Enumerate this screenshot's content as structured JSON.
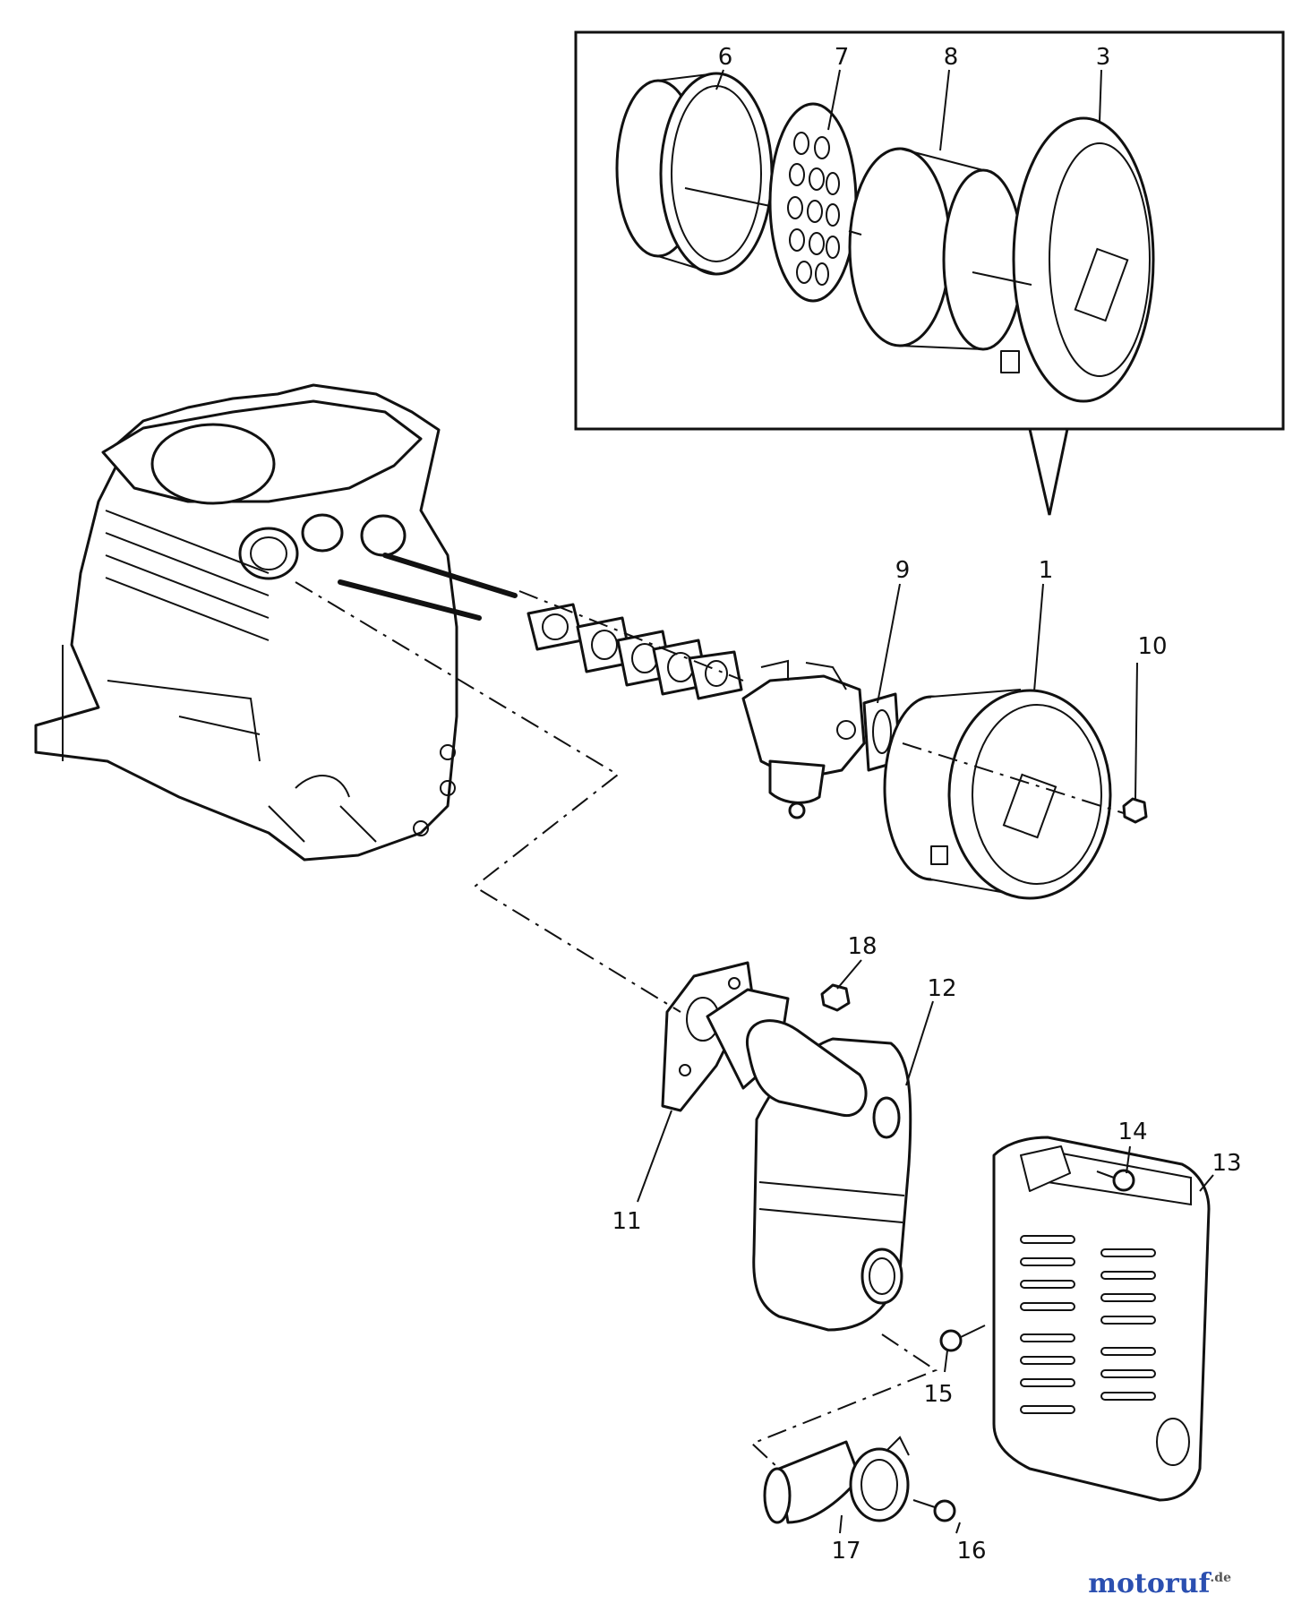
{
  "callouts": [
    "1",
    "3",
    "6",
    "7",
    "8",
    "9",
    "10",
    "11",
    "12",
    "13",
    "14",
    "15",
    "16",
    "17",
    "18"
  ],
  "watermark": {
    "brand": "motoruf",
    "tld": ".de",
    "brand_color": "#2b4fb0",
    "tld_color": "#555555"
  },
  "colors": {
    "line": "#111111",
    "background": "#ffffff"
  }
}
